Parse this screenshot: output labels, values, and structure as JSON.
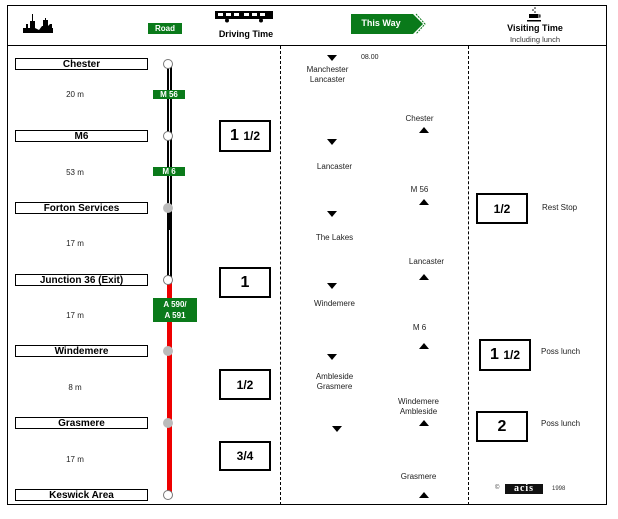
{
  "header": {
    "road_label": "Road",
    "driving_time_label": "Driving Time",
    "this_way_label": "This Way",
    "visiting_time_label": "Visiting Time",
    "visiting_time_sub": "Including lunch",
    "icons": [
      "city-skyline-icon",
      "coach-bus-icon",
      "coffee-cup-icon"
    ]
  },
  "colors": {
    "sign_green": "#0a7a1a",
    "motorway_black": "#000000",
    "a_road_red": "#ee0000",
    "node_grey": "#bbbbbb"
  },
  "route": {
    "stops": [
      {
        "name": "Chester",
        "node": "open"
      },
      {
        "name": "M6",
        "node": "open"
      },
      {
        "name": "Forton Services",
        "node": "filled"
      },
      {
        "name": "Junction 36 (Exit)",
        "node": "open"
      },
      {
        "name": "Windemere",
        "node": "filled"
      },
      {
        "name": "Grasmere",
        "node": "filled"
      },
      {
        "name": "Keswick Area",
        "node": "open"
      }
    ],
    "distances": [
      "20 m",
      "53 m",
      "17 m",
      "17 m",
      "8 m",
      "17 m"
    ],
    "road_signs": [
      "M 56",
      "M 6",
      "A 590/",
      "A 591"
    ]
  },
  "driving_times": [
    {
      "whole": "1",
      "fraction": "1/2"
    },
    {
      "whole": "1",
      "fraction": ""
    },
    {
      "whole": "",
      "fraction": "1/2"
    },
    {
      "whole": "",
      "fraction": "3/4"
    }
  ],
  "this_way": {
    "start_time": "08.00",
    "down_labels": [
      "Manchester\nLancaster",
      "Lancaster",
      "The Lakes",
      "Windemere",
      "Ambleside\nGrasmere"
    ],
    "up_labels": [
      "Chester",
      "M 56",
      "Lancaster",
      "M 6",
      "Windemere\nAmbleside",
      "Grasmere"
    ]
  },
  "visiting_times": [
    {
      "whole": "",
      "fraction": "1/2",
      "note": "Rest Stop"
    },
    {
      "whole": "1",
      "fraction": "1/2",
      "note": "Poss lunch"
    },
    {
      "whole": "2",
      "fraction": "",
      "note": "Poss lunch"
    }
  ],
  "footer": {
    "copyright_symbol": "©",
    "logo_text": "acis",
    "year": "1998"
  }
}
